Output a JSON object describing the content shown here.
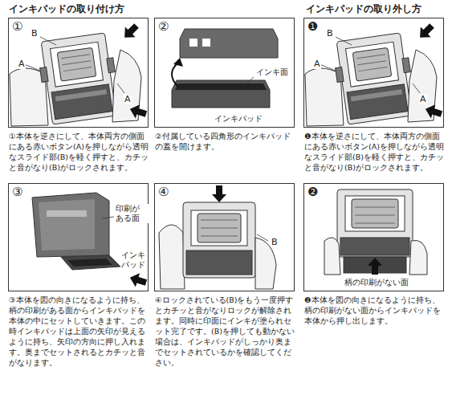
{
  "diagram": {
    "nodes": [
      {
        "text": [
          "①",
          "①本体を逆さにして、本体両方の側面にある赤いボタン(A)を押しながら透明なスライド部(B)を軽く押すと、カチッと音がなり(B)がロックされます。"
        ]
      },
      {
        "text": [
          "②",
          "②付属している四角形のインキパッドの蓋を開けます。"
        ]
      },
      {
        "text": [
          "❶",
          "❶本体を逆さにして、本体両方の側面にある赤いボタン(A)を押しながら透明なスライド部(B)を軽く押すと、カチッと音がなり(B)がロックされます。"
        ]
      },
      {
        "text": [
          "③",
          "③本体を図の向きになるように持ち、柄の印刷がある面からインキパッドを本体の中にセットしていきます。この時インキパッドは上面の矢印が見えるように持ち、矢印の方向に押し入れます。奥までセットされるとカチッと音がなります。"
        ]
      },
      {
        "text": [
          "④",
          "④ロックされている(B)をもう一度押すとカチッと音がなりロックが解除されます。同時に印面にインキが塗られセット完了です。(B)を押しても動かない場合は、インキパッドがしっかり奥までセットされているかを確認してください。"
        ]
      },
      {
        "text": [
          "❷",
          "❷本体を図の向きになるように持ち、柄の印刷がない面からインキパッドを本体から押し出します。"
        ]
      }
    ],
    "edges": [],
    "labels": [
      "インキパッドの取り付け方",
      "インキパッドの取り外し方",
      "A",
      "B",
      "A",
      "インキ面",
      "インキパッド",
      "B",
      "A",
      "A",
      "印刷が ある面",
      "インキ パッド",
      "B",
      "柄の印刷がない面"
    ]
  }
}
